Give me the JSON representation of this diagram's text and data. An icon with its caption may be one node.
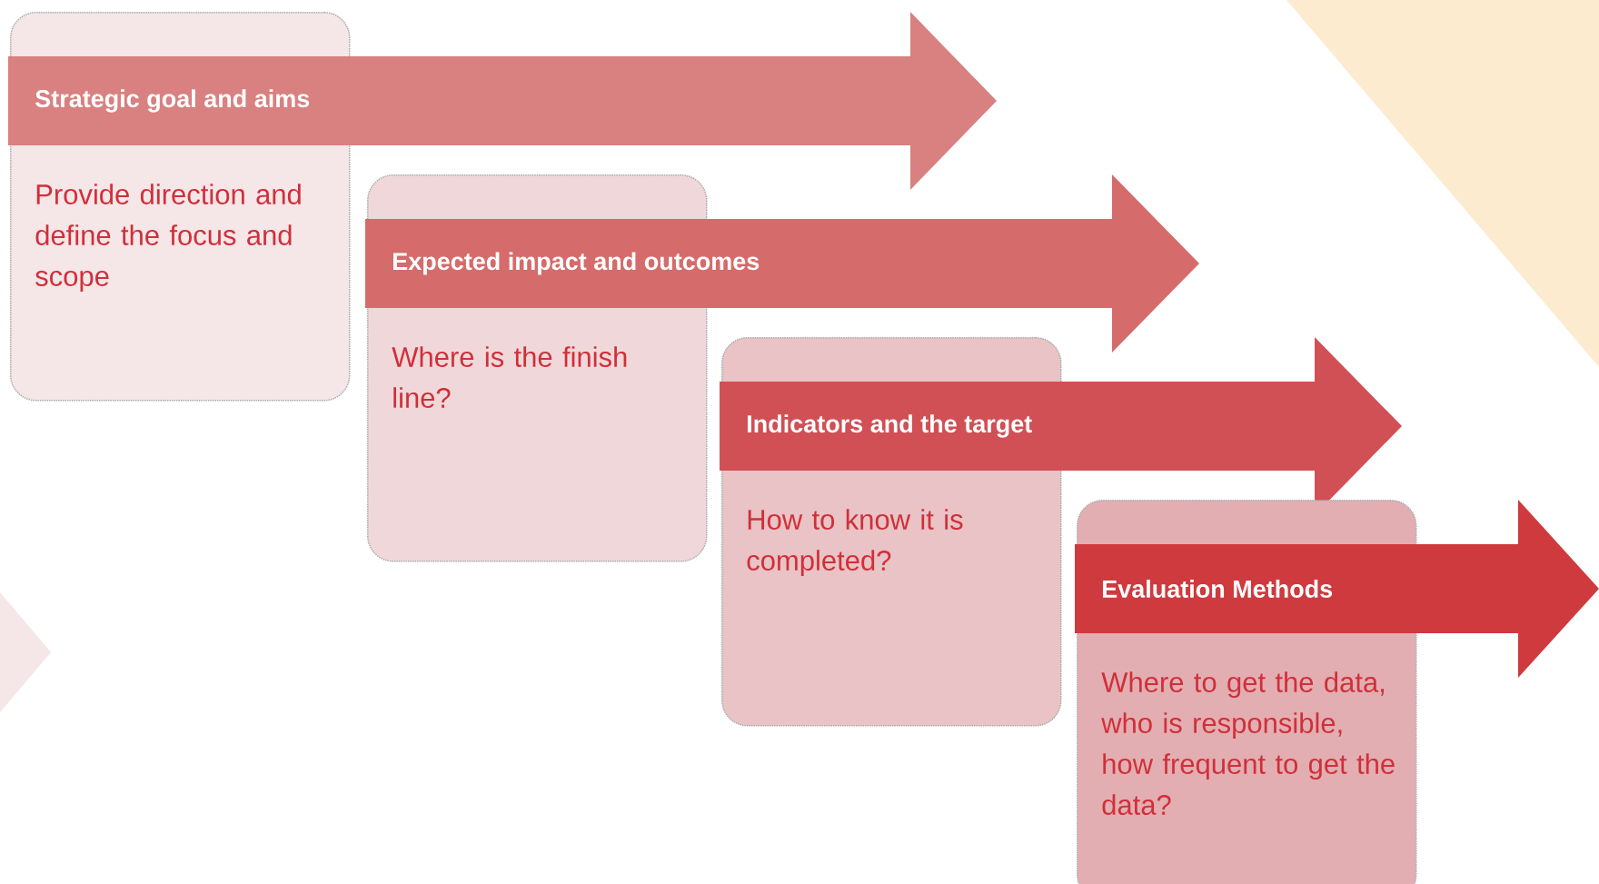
{
  "diagram": {
    "nodes": [
      {
        "text": [
          "Strategic goal and aims",
          "Provide direction and define the focus and scope"
        ]
      },
      {
        "text": [
          "Expected impact and outcomes",
          "Where is the finish line?"
        ]
      },
      {
        "text": [
          "Indicators and the target",
          "How to know it is completed?"
        ]
      },
      {
        "text": [
          "Evaluation Methods",
          "Where to get the data, who is responsible, how frequent to get the data?"
        ]
      }
    ]
  }
}
